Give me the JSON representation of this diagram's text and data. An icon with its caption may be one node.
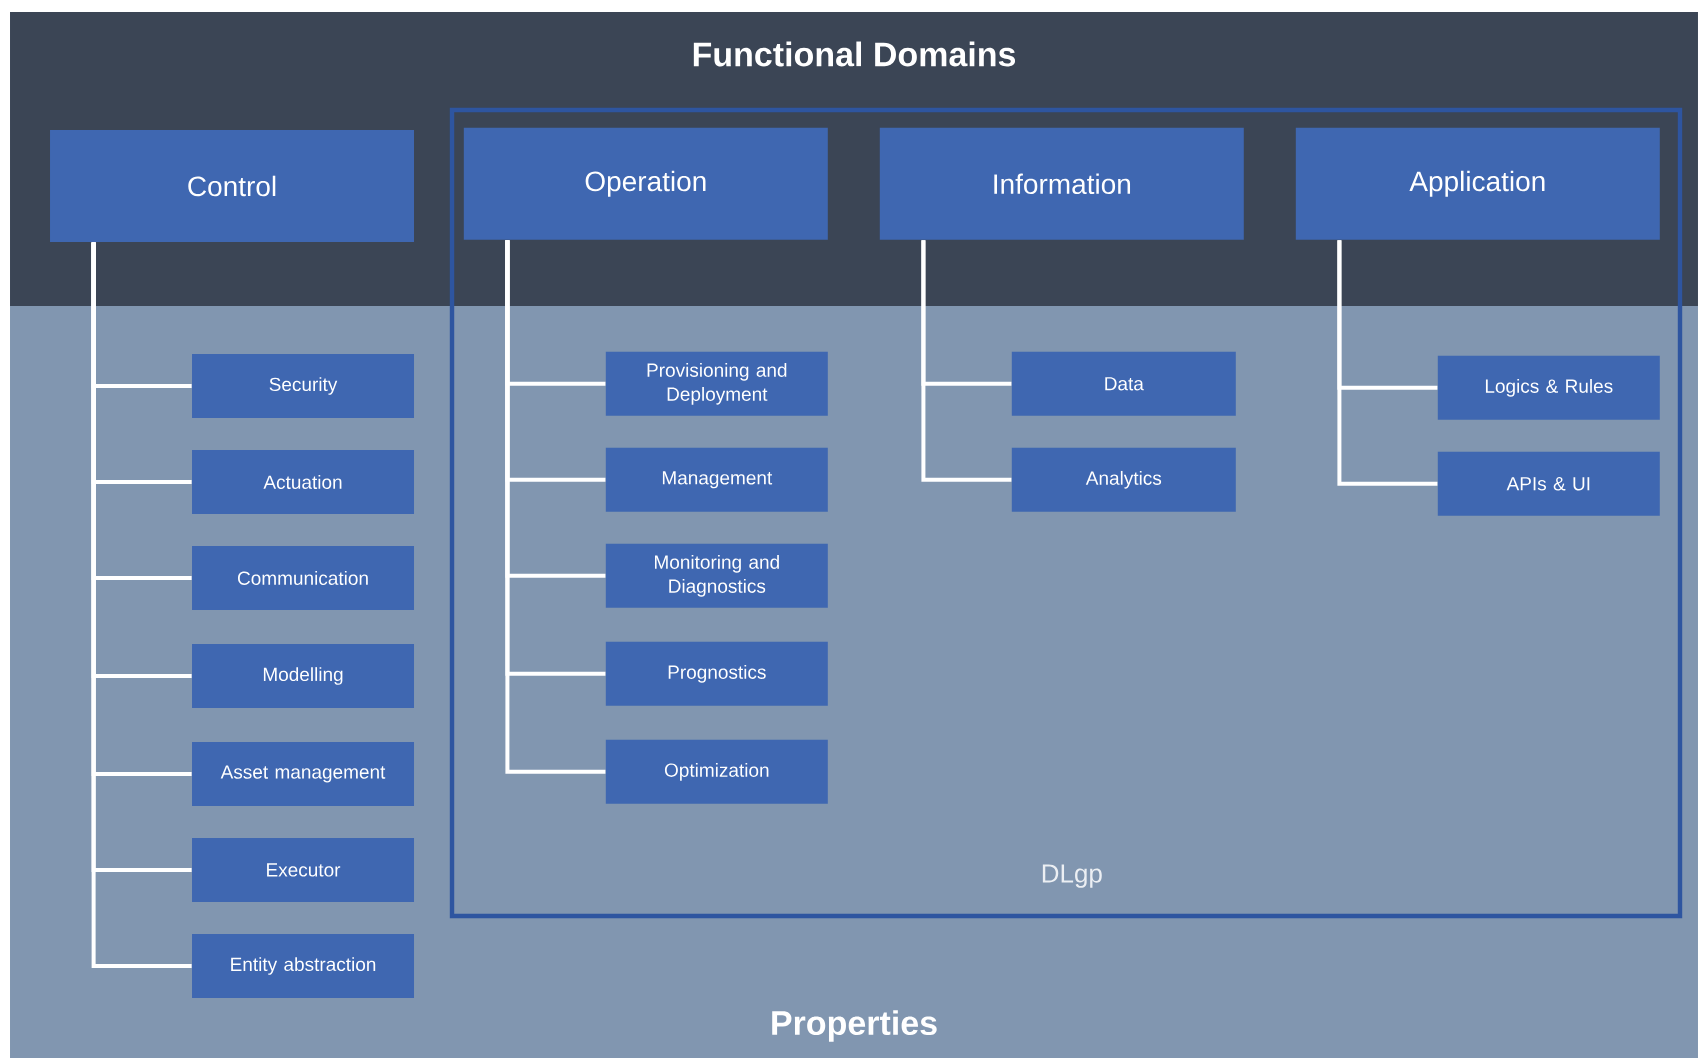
{
  "diagram": {
    "nodes": [
      {
        "text": [
          "DLgp"
        ]
      },
      {
        "text": [
          "Control"
        ]
      },
      {
        "text": [
          "Operation"
        ],
        "in": 0
      },
      {
        "text": [
          "Information"
        ],
        "in": 0
      },
      {
        "text": [
          "Application"
        ],
        "in": 0
      },
      {
        "text": [
          "Security"
        ]
      },
      {
        "text": [
          "Actuation"
        ]
      },
      {
        "text": [
          "Communication"
        ]
      },
      {
        "text": [
          "Modelling"
        ]
      },
      {
        "text": [
          "Asset management"
        ]
      },
      {
        "text": [
          "Executor"
        ]
      },
      {
        "text": [
          "Entity abstraction"
        ]
      },
      {
        "text": [
          "Provisioning and Deployment"
        ],
        "in": 0
      },
      {
        "text": [
          "Management"
        ],
        "in": 0
      },
      {
        "text": [
          "Monitoring and Diagnostics"
        ],
        "in": 0
      },
      {
        "text": [
          "Prognostics"
        ],
        "in": 0
      },
      {
        "text": [
          "Optimization"
        ],
        "in": 0
      },
      {
        "text": [
          "Data"
        ],
        "in": 0
      },
      {
        "text": [
          "Analytics"
        ],
        "in": 0
      },
      {
        "text": [
          "Logics & Rules"
        ],
        "in": 0
      },
      {
        "text": [
          "APIs & UI"
        ],
        "in": 0
      }
    ],
    "edges": [
      {
        "from": 1,
        "to": 5,
        "arrow": "none"
      },
      {
        "from": 1,
        "to": 6,
        "arrow": "none"
      },
      {
        "from": 1,
        "to": 7,
        "arrow": "none"
      },
      {
        "from": 1,
        "to": 8,
        "arrow": "none"
      },
      {
        "from": 1,
        "to": 9,
        "arrow": "none"
      },
      {
        "from": 1,
        "to": 10,
        "arrow": "none"
      },
      {
        "from": 1,
        "to": 11,
        "arrow": "none"
      },
      {
        "from": 2,
        "to": 12,
        "arrow": "none"
      },
      {
        "from": 2,
        "to": 13,
        "arrow": "none"
      },
      {
        "from": 2,
        "to": 14,
        "arrow": "none"
      },
      {
        "from": 2,
        "to": 15,
        "arrow": "none"
      },
      {
        "from": 2,
        "to": 16,
        "arrow": "none"
      },
      {
        "from": 3,
        "to": 17,
        "arrow": "none"
      },
      {
        "from": 3,
        "to": 18,
        "arrow": "none"
      },
      {
        "from": 4,
        "to": 19,
        "arrow": "none"
      },
      {
        "from": 4,
        "to": 20,
        "arrow": "none"
      }
    ],
    "labels": [
      "Functional Domains",
      "Properties"
    ]
  }
}
